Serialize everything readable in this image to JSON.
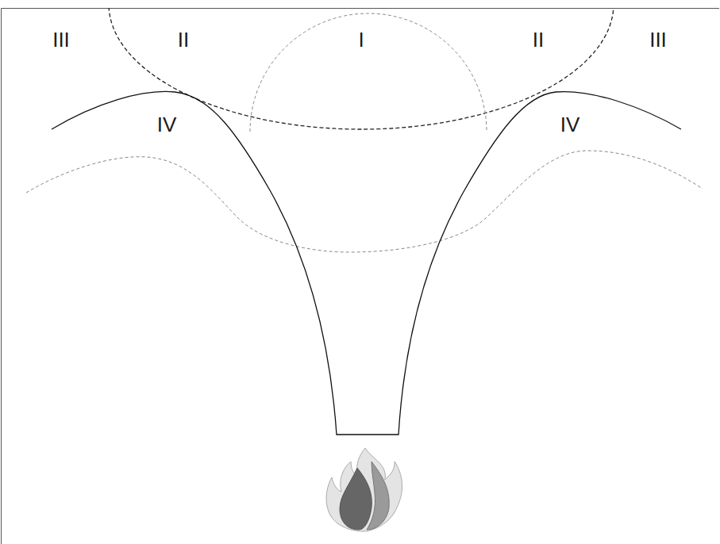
{
  "diagram": {
    "labels": [
      "III",
      "II",
      "I",
      "II",
      "III",
      "IV",
      "IV"
    ]
  }
}
